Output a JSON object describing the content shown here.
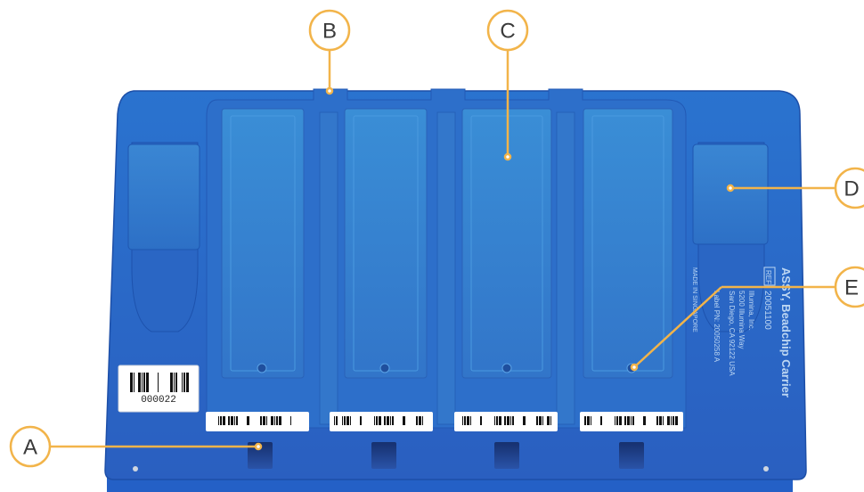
{
  "callouts": {
    "A": "A",
    "B": "B",
    "C": "C",
    "D": "D",
    "E": "E"
  },
  "barcode_number": "000022",
  "carrier_label": {
    "title": "ASSY, Beadchip Carrier",
    "ref_badge": "REF",
    "ref_number": "20051100",
    "company": "Illumina, Inc.",
    "street": "5200 Illumina Way",
    "city": "San Diego, CA 92122 USA",
    "origin": "MADE IN SINGAPORE",
    "label_pn": "Label PN: 20050258 A"
  },
  "colors": {
    "carrier_body": "#2f6fc9",
    "carrier_edge": "#1f54b0",
    "slot": "#3a8ad2",
    "callout": "#f2b44a"
  }
}
